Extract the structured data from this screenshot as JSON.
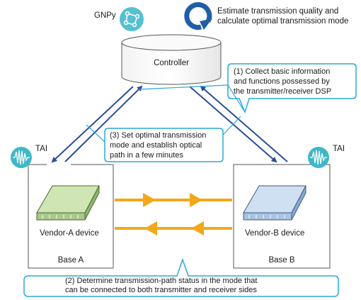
{
  "labels": {
    "gnpy": "GNPy",
    "estimate": [
      "Estimate transmission quality and",
      "calculate optimal transmission mode"
    ],
    "controller": "Controller",
    "step1": [
      "(1) Collect basic information",
      "and functions possessed by",
      "the transmitter/receiver DSP"
    ],
    "step3": [
      "(3) Set optimal transmission",
      "mode and establish optical",
      "path in a few minutes"
    ],
    "tai_left": "TAI",
    "tai_right": "TAI",
    "vendor_a": "Vendor-A device",
    "vendor_b": "Vendor-B device",
    "base_a": "Base A",
    "base_b": "Base B",
    "step2": [
      "(2) Determine transmission-path status in the mode that",
      "can be connected to both transmitter and receiver sides"
    ]
  },
  "colors": {
    "callout_border": "#2aa8d8",
    "arrow_blue": "#2a4d9a",
    "optical_orange": "#f2a81a",
    "tai_icon": "#3fb8c6",
    "gnpy_icon": "#55c0d0",
    "vendor_a_device": "#cfe6b4",
    "vendor_b_device": "#cfe0f2",
    "cycle_arrow": "#1f5fa8"
  },
  "icons": [
    "gnpy-network-icon",
    "cycle-arrow-icon",
    "tai-waveform-icon"
  ]
}
